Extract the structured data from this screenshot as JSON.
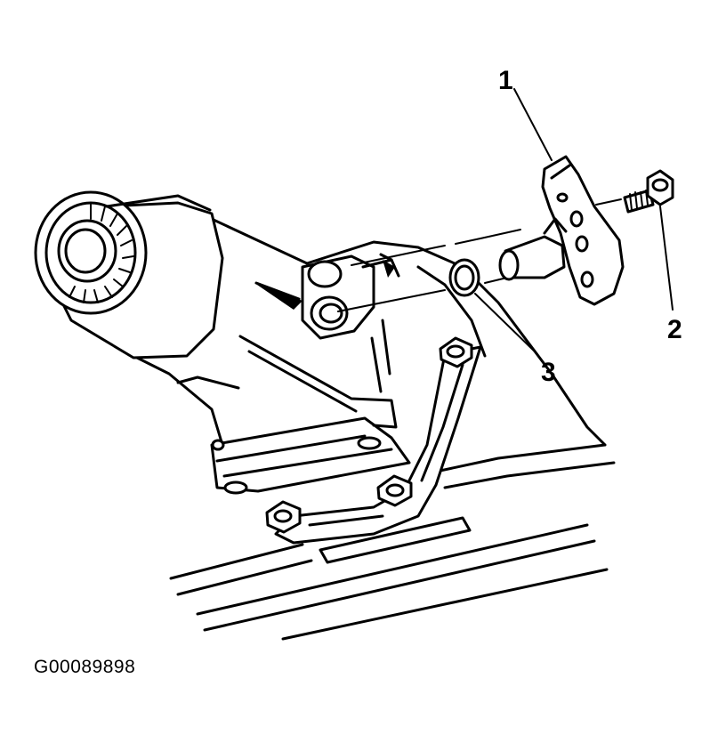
{
  "figure": {
    "figure_id": "G00089898",
    "callouts": [
      {
        "label": "1",
        "part_icon": "sensor-bracket-icon"
      },
      {
        "label": "2",
        "part_icon": "bolt-icon"
      },
      {
        "label": "3",
        "part_icon": "o-ring-icon"
      }
    ]
  }
}
